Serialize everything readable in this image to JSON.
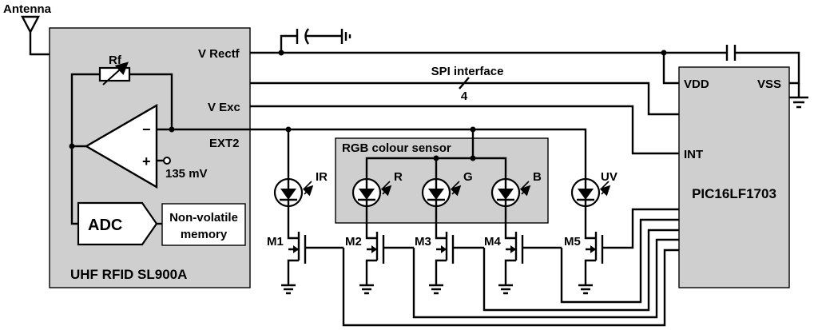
{
  "labels": {
    "antenna": "Antenna",
    "rf": "Rf",
    "v_rectf": "V Rectf",
    "v_exc": "V Exc",
    "ext2": "EXT2",
    "minus": "−",
    "plus": "+",
    "ref_voltage": "135 mV",
    "adc": "ADC",
    "nvm_line1": "Non-volatile",
    "nvm_line2": "memory",
    "rfid_chip": "UHF RFID SL900A",
    "spi": "SPI interface",
    "spi_width": "4",
    "vdd": "VDD",
    "vss": "VSS",
    "int": "INT",
    "mcu": "PIC16LF1703",
    "rgb_sensor": "RGB colour sensor",
    "led_ir": "IR",
    "led_r": "R",
    "led_g": "G",
    "led_b": "B",
    "led_uv": "UV",
    "m1": "M1",
    "m2": "M2",
    "m3": "M3",
    "m4": "M4",
    "m5": "M5"
  }
}
